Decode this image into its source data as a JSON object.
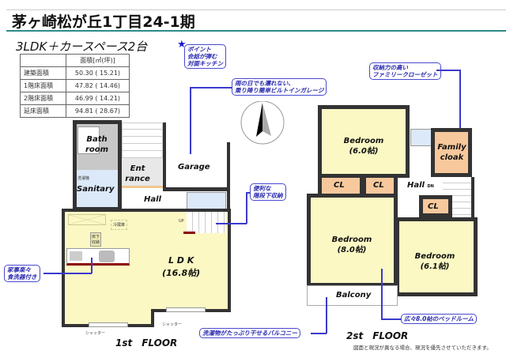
{
  "title": "茅ヶ崎松が丘1丁目24-1期",
  "subtitle": "3LDK＋カースペース2台",
  "area_table": {
    "header": "面積[㎡(坪)]",
    "rows": [
      {
        "label": "建築面積",
        "value": "50.30 ( 15.21)"
      },
      {
        "label": "1階床面積",
        "value": "47.82 ( 14.46)"
      },
      {
        "label": "2階床面積",
        "value": "46.99 ( 14.21)"
      },
      {
        "label": "延床面積",
        "value": "94.81 ( 28.67)"
      }
    ]
  },
  "callouts": {
    "kitchen": [
      "ポイント",
      "会話が弾む",
      "対面キッチン"
    ],
    "garage": [
      "雨の日でも濡れない、",
      "乗り降り簡単ビルトインガレージ"
    ],
    "closet": [
      "収納力の高い",
      "ファミリークローゼット"
    ],
    "stairs": [
      "便利な",
      "階段下収納"
    ],
    "dishwasher": [
      "家事楽々",
      "食洗器付き"
    ],
    "bedroom": "広々8.0帖のベッドルーム",
    "balcony": "洗濯物がたっぷり干せるバルコニー"
  },
  "floor1": {
    "label": "1st　FLOOR",
    "bath": [
      "Bath",
      "room"
    ],
    "entrance": [
      "Ent",
      "rance"
    ],
    "garage": "Garage",
    "sanitary": "Sanitary",
    "washer": "洗濯機",
    "hall": "Hall",
    "fridge": "冷蔵庫",
    "underfloor": [
      "床下",
      "収納"
    ],
    "up": "UP",
    "ldk": "L D K",
    "ldk_size": "(16.8帖)",
    "shutter": "シャッター"
  },
  "floor2": {
    "label": "2st　FLOOR",
    "bed1": [
      "Bedroom",
      "(6.0帖)"
    ],
    "bed2": [
      "Bedroom",
      "(8.0帖)"
    ],
    "bed3": [
      "Bedroom",
      "(6.1帖)"
    ],
    "cl": "CL",
    "family": [
      "Family",
      "cloak"
    ],
    "hall": "Hall",
    "dn": "DN",
    "balcony": "Balcony"
  },
  "note": "図面と現況が異なる場合、現況を優先させていただきます。",
  "colors": {
    "accent": "#2e8b8b",
    "callout": "#4848d0",
    "room": "#fbf8c4",
    "closet": "#f7c89c"
  }
}
